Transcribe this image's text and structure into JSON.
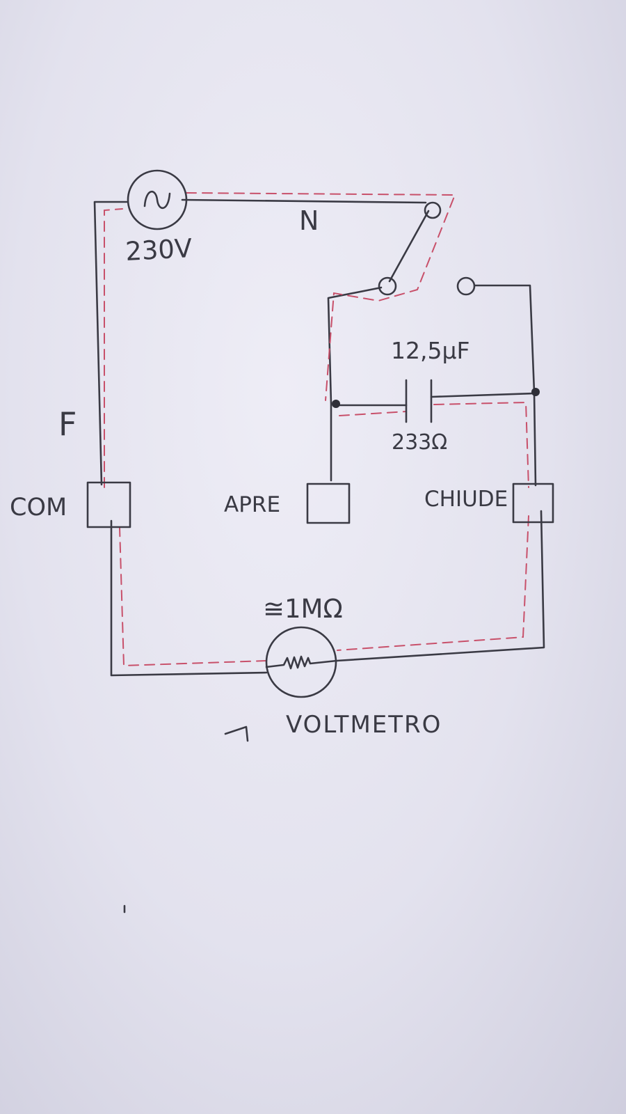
{
  "diagram": {
    "source": {
      "label": "230V",
      "icon": "ac-source-icon"
    },
    "labels": {
      "neutral": "N",
      "phase": "F",
      "capacitance": "12,5μF",
      "capacitor_resistance": "233Ω",
      "resistance": "≅1MΩ",
      "voltmeter": "VOLTMETRO"
    },
    "terminals": {
      "com": "COM",
      "apre": "APRE",
      "chiude": "CHIUDE"
    },
    "colors": {
      "ink": "#3a3a44",
      "current_path": "#c8506a",
      "paper": "#e6e5f0"
    }
  }
}
